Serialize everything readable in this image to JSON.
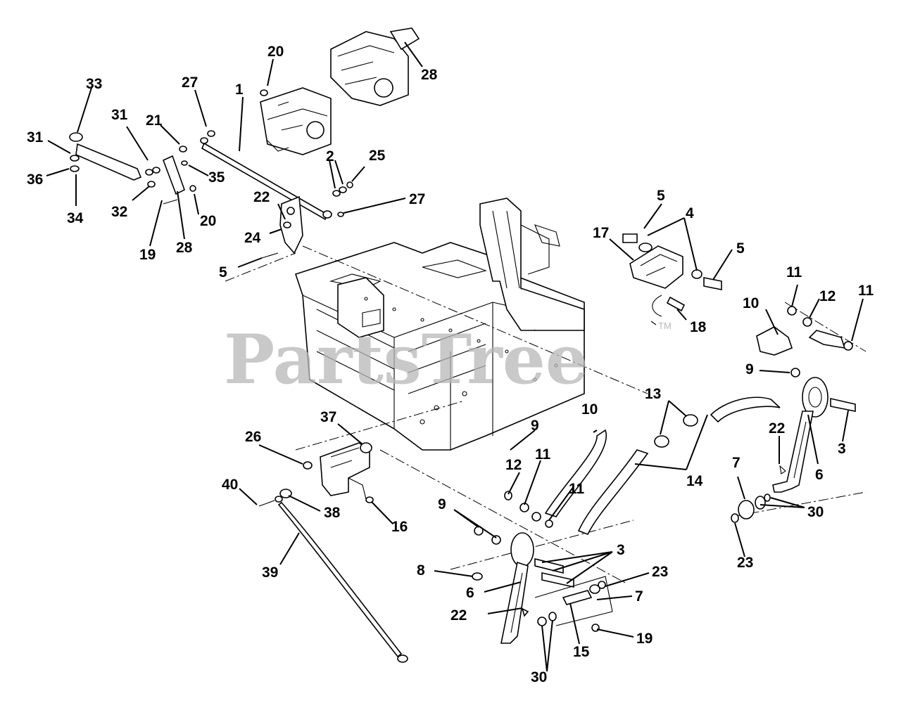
{
  "watermark": {
    "text": "PartsTree",
    "trademark": "TM"
  },
  "callouts": [
    "1",
    "2",
    "3",
    "4",
    "5",
    "6",
    "7",
    "8",
    "9",
    "10",
    "11",
    "12",
    "13",
    "14",
    "15",
    "16",
    "17",
    "18",
    "19",
    "20",
    "21",
    "22",
    "23",
    "24",
    "25",
    "26",
    "27",
    "28",
    "30",
    "31",
    "32",
    "33",
    "34",
    "35",
    "36",
    "37",
    "38",
    "39",
    "40"
  ],
  "colors": {
    "ink": "#000000",
    "paper": "#ffffff",
    "watermark": "#b8b8b8"
  }
}
